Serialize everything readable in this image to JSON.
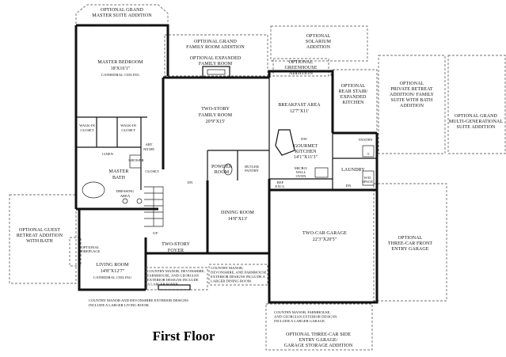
{
  "plan": {
    "title": "First Floor",
    "rooms": {
      "grand_master": [
        "OPTIONAL GRAND",
        "MASTER SUITE ADDITION"
      ],
      "master_bedroom": [
        "MASTER BEDROOM",
        "18'X16'1\"",
        "CATHEDRAL CEILING"
      ],
      "walkin_left": [
        "WALK-IN",
        "CLOSET"
      ],
      "walkin_right": [
        "WALK-IN",
        "CLOSET"
      ],
      "linen": "LINEN",
      "art_niche": [
        "ART",
        "NICHE"
      ],
      "shower": "SHOWER",
      "closet": "CLOSET",
      "master_bath": [
        "MASTER",
        "BATH"
      ],
      "dressing": [
        "DRESSING",
        "AREA"
      ],
      "grand_family": [
        "OPTIONAL GRAND",
        "FAMILY ROOM ADDITION"
      ],
      "expanded_family": [
        "OPTIONAL EXPANDED",
        "FAMILY ROOM"
      ],
      "family_room": [
        "TWO-STORY",
        "FAMILY ROOM",
        "20'9\"X15'"
      ],
      "solarium": [
        "OPTIONAL",
        "SOLARIUM",
        "ADDITION"
      ],
      "greenhouse": [
        "OPTIONAL",
        "GREENHOUSE",
        "ADDITION"
      ],
      "breakfast": [
        "BREAKFAST AREA",
        "12'7\"X11'"
      ],
      "dw": "DW",
      "rear_stair": [
        "OPTIONAL",
        "REAR STAIR/",
        "EXPANDED",
        "KITCHEN"
      ],
      "private_retreat": [
        "OPTIONAL",
        "PRIVATE RETREAT",
        "ADDITION/ FAMILY",
        "SUITE WITH BATH",
        "ADDITION"
      ],
      "multigen": [
        "OPTIONAL GRAND",
        "MULTI-GENERATIONAL",
        "SUITE ADDITION"
      ],
      "kitchen": [
        "GOURMET",
        "KITCHEN",
        "14'1\"X11'3\""
      ],
      "pantry": "PANTRY",
      "micro": [
        "MICRO/",
        "WALL",
        "OVEN"
      ],
      "laundry": "LAUNDRY",
      "t": "T",
      "wd": [
        "W/D",
        "SPACE"
      ],
      "ref": [
        "REF",
        "EXCL."
      ],
      "dn_laundry": "DN",
      "powder": [
        "POWDER",
        "ROOM"
      ],
      "butler": [
        "BUTLER",
        "PANTRY"
      ],
      "dn_stair": "DN",
      "up_stair": "UP",
      "dining": [
        "DINING ROOM",
        "14'8\"X13'"
      ],
      "garage": [
        "TWO-CAR GARAGE",
        "22'3\"X20'5\""
      ],
      "front_entry_garage": [
        "OPTIONAL",
        "THREE-CAR FRONT",
        "ENTRY GARAGE"
      ],
      "guest_retreat": [
        "OPTIONAL GUEST",
        "RETREAT ADDITION",
        "WITH BATH"
      ],
      "fireplace": [
        "OPTIONAL",
        "FIREPLACE"
      ],
      "living": [
        "LIVING ROOM",
        "14'8\"X12'7\"",
        "CATHEDRAL CEILING"
      ],
      "foyer": [
        "TWO-STORY",
        "FOYER"
      ],
      "side_entry_garage": [
        "OPTIONAL THREE-CAR SIDE",
        "ENTRY GARAGE/",
        "GARAGE STORAGE ADDITION"
      ]
    },
    "notes": {
      "foyer_note": [
        "COUNTRY MANOR, DEVONSHIRE,",
        "FARMHOUSE, AND GEORGIAN",
        "EXTERIOR DESIGNS INCLUDE",
        "A LARGER FOYER."
      ],
      "dining_note": [
        "COUNTRY MANOR,",
        "DEVONSHIRE, AND FARMHOUSE",
        "EXTERIOR DESIGNS INCLUDE A",
        "LARGER DINING ROOM."
      ],
      "living_note": [
        "COUNTRY MANOR AND DEVONSHIRE EXTERIOR DESIGNS",
        "INCLUDE A LARGER LIVING ROOM."
      ],
      "garage_note": [
        "COUNTRY MANOR, FARMHOUSE,",
        "AND GEORGIAN EXTERIOR DESIGNS",
        "INCLUDE A LARGER GARAGE."
      ]
    }
  }
}
